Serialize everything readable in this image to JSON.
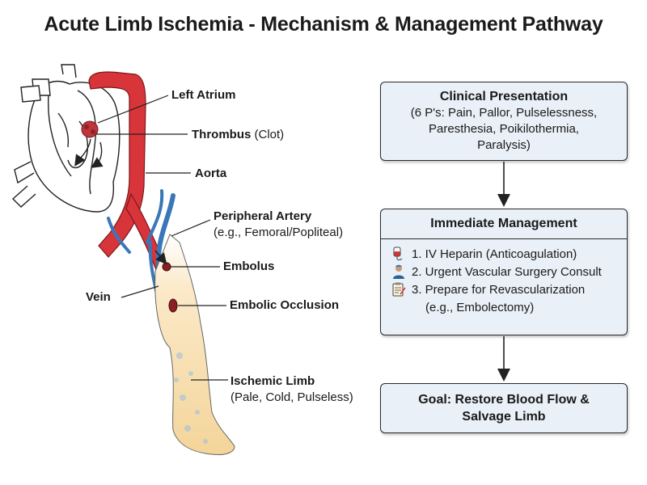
{
  "title": "Acute Limb Ischemia - Mechanism & Management Pathway",
  "labels": {
    "left_atrium": "Left Atrium",
    "thrombus": "Thrombus",
    "thrombus_note": "(Clot)",
    "aorta": "Aorta",
    "peripheral_artery": "Peripheral Artery",
    "peripheral_artery_note": "(e.g., Femoral/Popliteal)",
    "embolus": "Embolus",
    "vein": "Vein",
    "embolic_occlusion": "Embolic Occlusion",
    "ischemic_limb": "Ischemic Limb",
    "ischemic_limb_note": "(Pale, Cold, Pulseless)"
  },
  "pathway": {
    "presentation": {
      "heading": "Clinical Presentation",
      "line1": "(6 P's: Pain, Pallor, Pulselessness,",
      "line2": "Paresthesia, Poikilothermia,",
      "line3": "Paralysis)"
    },
    "management": {
      "heading": "Immediate Management",
      "items": [
        {
          "text": "1. IV Heparin (Anticoagulation)",
          "icon": "iv-bag-icon"
        },
        {
          "text": "2. Urgent Vascular Surgery Consult",
          "icon": "surgeon-icon"
        },
        {
          "text": "3. Prepare for Revascularization",
          "text2": "(e.g., Embolectomy)",
          "icon": "clipboard-icon"
        }
      ]
    },
    "goal": {
      "line1": "Goal: Restore Blood Flow &",
      "line2": "Salvage Limb"
    }
  },
  "colors": {
    "artery": "#d8353a",
    "vein": "#3a77b8",
    "box_fill": "#e9f0f7",
    "limb_fill": "#f7dca6"
  }
}
